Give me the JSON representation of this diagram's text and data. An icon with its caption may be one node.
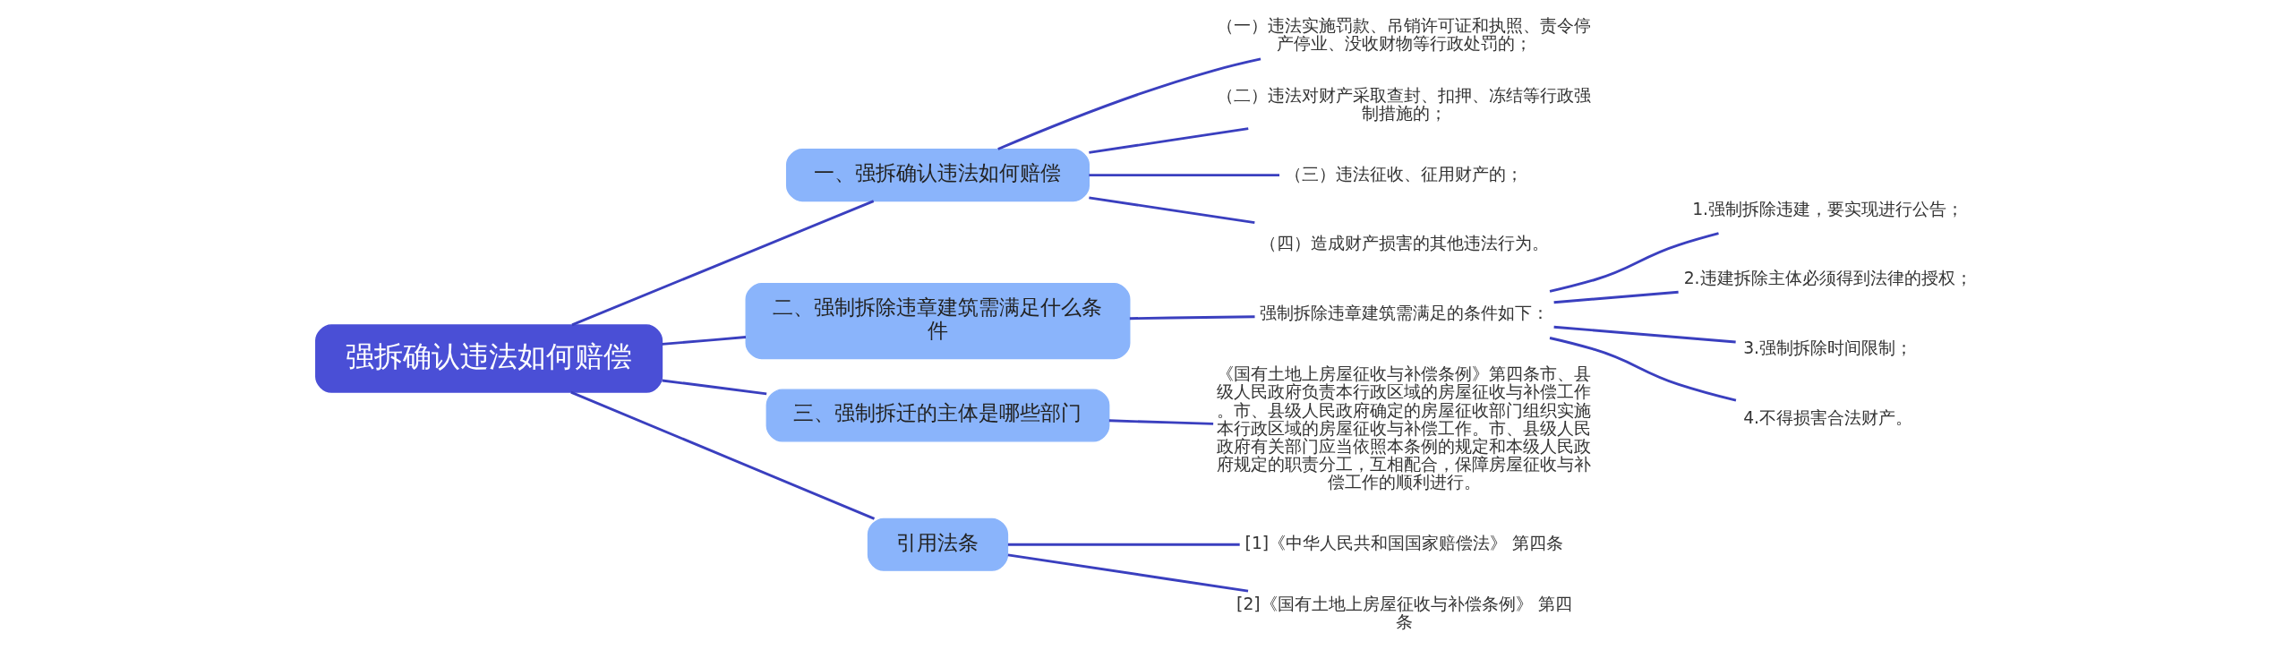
{
  "diagram": {
    "nodes": [
      {
        "text": [
          "强拆确认违法如何赔偿"
        ]
      },
      {
        "text": [
          "一、强拆确认违法如何赔偿"
        ]
      },
      {
        "text": [
          "（一）违法实施罚款、吊销许可证和执照、责令停产停业、没收财物等行政处罚的；"
        ]
      },
      {
        "text": [
          "（二）违法对财产采取查封、扣押、冻结等行政强制措施的；"
        ]
      },
      {
        "text": [
          "（三）违法征收、征用财产的；"
        ]
      },
      {
        "text": [
          "（四）造成财产损害的其他违法行为。"
        ]
      },
      {
        "text": [
          "二、强制拆除违章建筑需满足什么条件"
        ]
      },
      {
        "text": [
          "强制拆除违章建筑需满足的条件如下："
        ]
      },
      {
        "text": [
          "1.强制拆除违建，要实现进行公告；"
        ]
      },
      {
        "text": [
          "2.违建拆除主体必须得到法律的授权；"
        ]
      },
      {
        "text": [
          "3.强制拆除时间限制；"
        ]
      },
      {
        "text": [
          "4.不得损害合法财产。"
        ]
      },
      {
        "text": [
          "三、强制拆迁的主体是哪些部门"
        ]
      },
      {
        "text": [
          "《国有土地上房屋征收与补偿条例》第四条市、县级人民政府负责本行政区域的房屋征收与补偿工作。市、县级人民政府确定的房屋征收部门组织实施本行政区域的房屋征收与补偿工作。市、县级人民政府有关部门应当依照本条例的规定和本级人民政府规定的职责分工，互相配合，保障房屋征收与补偿工作的顺利进行。"
        ]
      },
      {
        "text": [
          "引用法条"
        ]
      },
      {
        "text": [
          "[1]《中华人民共和国国家赔偿法》 第四条"
        ]
      },
      {
        "text": [
          "[2]《国有土地上房屋征收与补偿条例》 第四条"
        ]
      }
    ],
    "edges": [
      {
        "from": 0,
        "to": 1,
        "arrow": "none"
      },
      {
        "from": 1,
        "to": 2,
        "arrow": "none"
      },
      {
        "from": 1,
        "to": 3,
        "arrow": "none"
      },
      {
        "from": 1,
        "to": 4,
        "arrow": "none"
      },
      {
        "from": 1,
        "to": 5,
        "arrow": "none"
      },
      {
        "from": 0,
        "to": 6,
        "arrow": "none"
      },
      {
        "from": 6,
        "to": 7,
        "arrow": "none"
      },
      {
        "from": 7,
        "to": 8,
        "arrow": "none"
      },
      {
        "from": 7,
        "to": 9,
        "arrow": "none"
      },
      {
        "from": 7,
        "to": 10,
        "arrow": "none"
      },
      {
        "from": 7,
        "to": 11,
        "arrow": "none"
      },
      {
        "from": 0,
        "to": 12,
        "arrow": "none"
      },
      {
        "from": 12,
        "to": 13,
        "arrow": "none"
      },
      {
        "from": 0,
        "to": 14,
        "arrow": "none"
      },
      {
        "from": 14,
        "to": 15,
        "arrow": "none"
      },
      {
        "from": 14,
        "to": 16,
        "arrow": "none"
      }
    ]
  }
}
